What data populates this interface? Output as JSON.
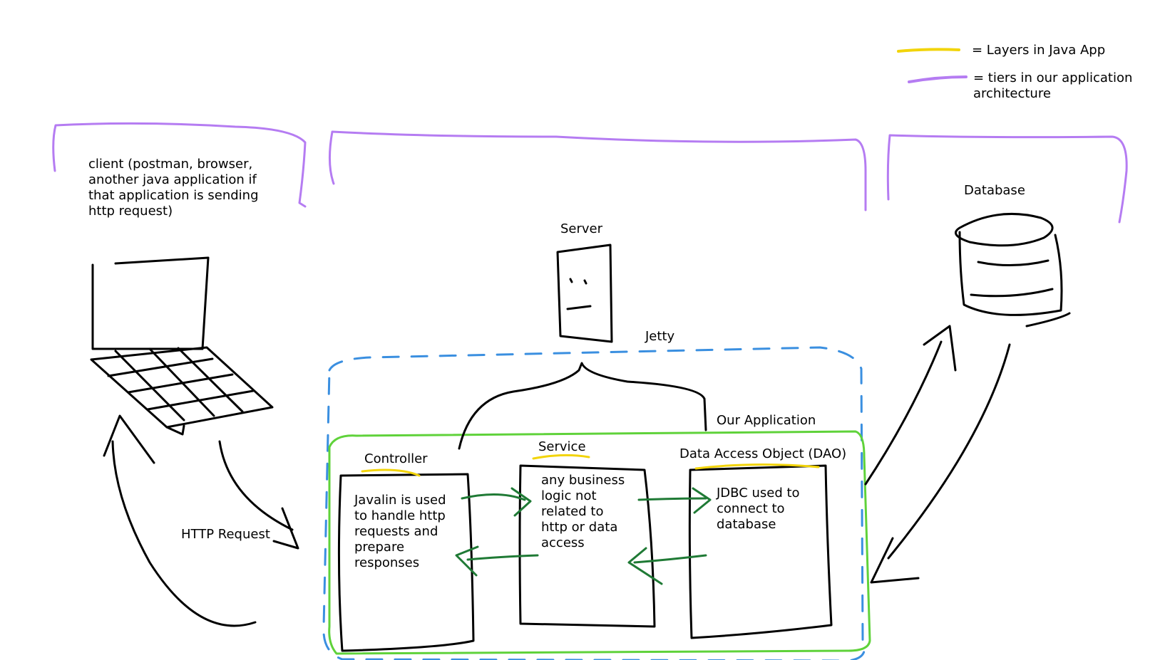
{
  "legend": {
    "layers_label": "= Layers in Java App",
    "tiers_label": "= tiers in our application\narchitecture"
  },
  "labels": {
    "client": "client (postman, browser,\nanother java application if\nthat application is sending\nhttp request)",
    "database": "Database",
    "server": "Server",
    "jetty": "Jetty",
    "our_application": "Our Application",
    "controller": "Controller",
    "service": "Service",
    "dao": "Data Access Object (DAO)",
    "http_request": "HTTP Request"
  },
  "boxes": {
    "controller_text": "Javalin is used\nto handle http\nrequests and\nprepare\nresponses",
    "service_text": "any business\nlogic not\nrelated to\nhttp or data\naccess",
    "dao_text": "JDBC used to\nconnect to\ndatabase"
  },
  "colors": {
    "layer": "#f2d40a",
    "tier": "#b57cf2",
    "jetty": "#3a8fe0",
    "app": "#5fd23a",
    "flow_arrow": "#1f7a35",
    "ink": "#000000"
  }
}
